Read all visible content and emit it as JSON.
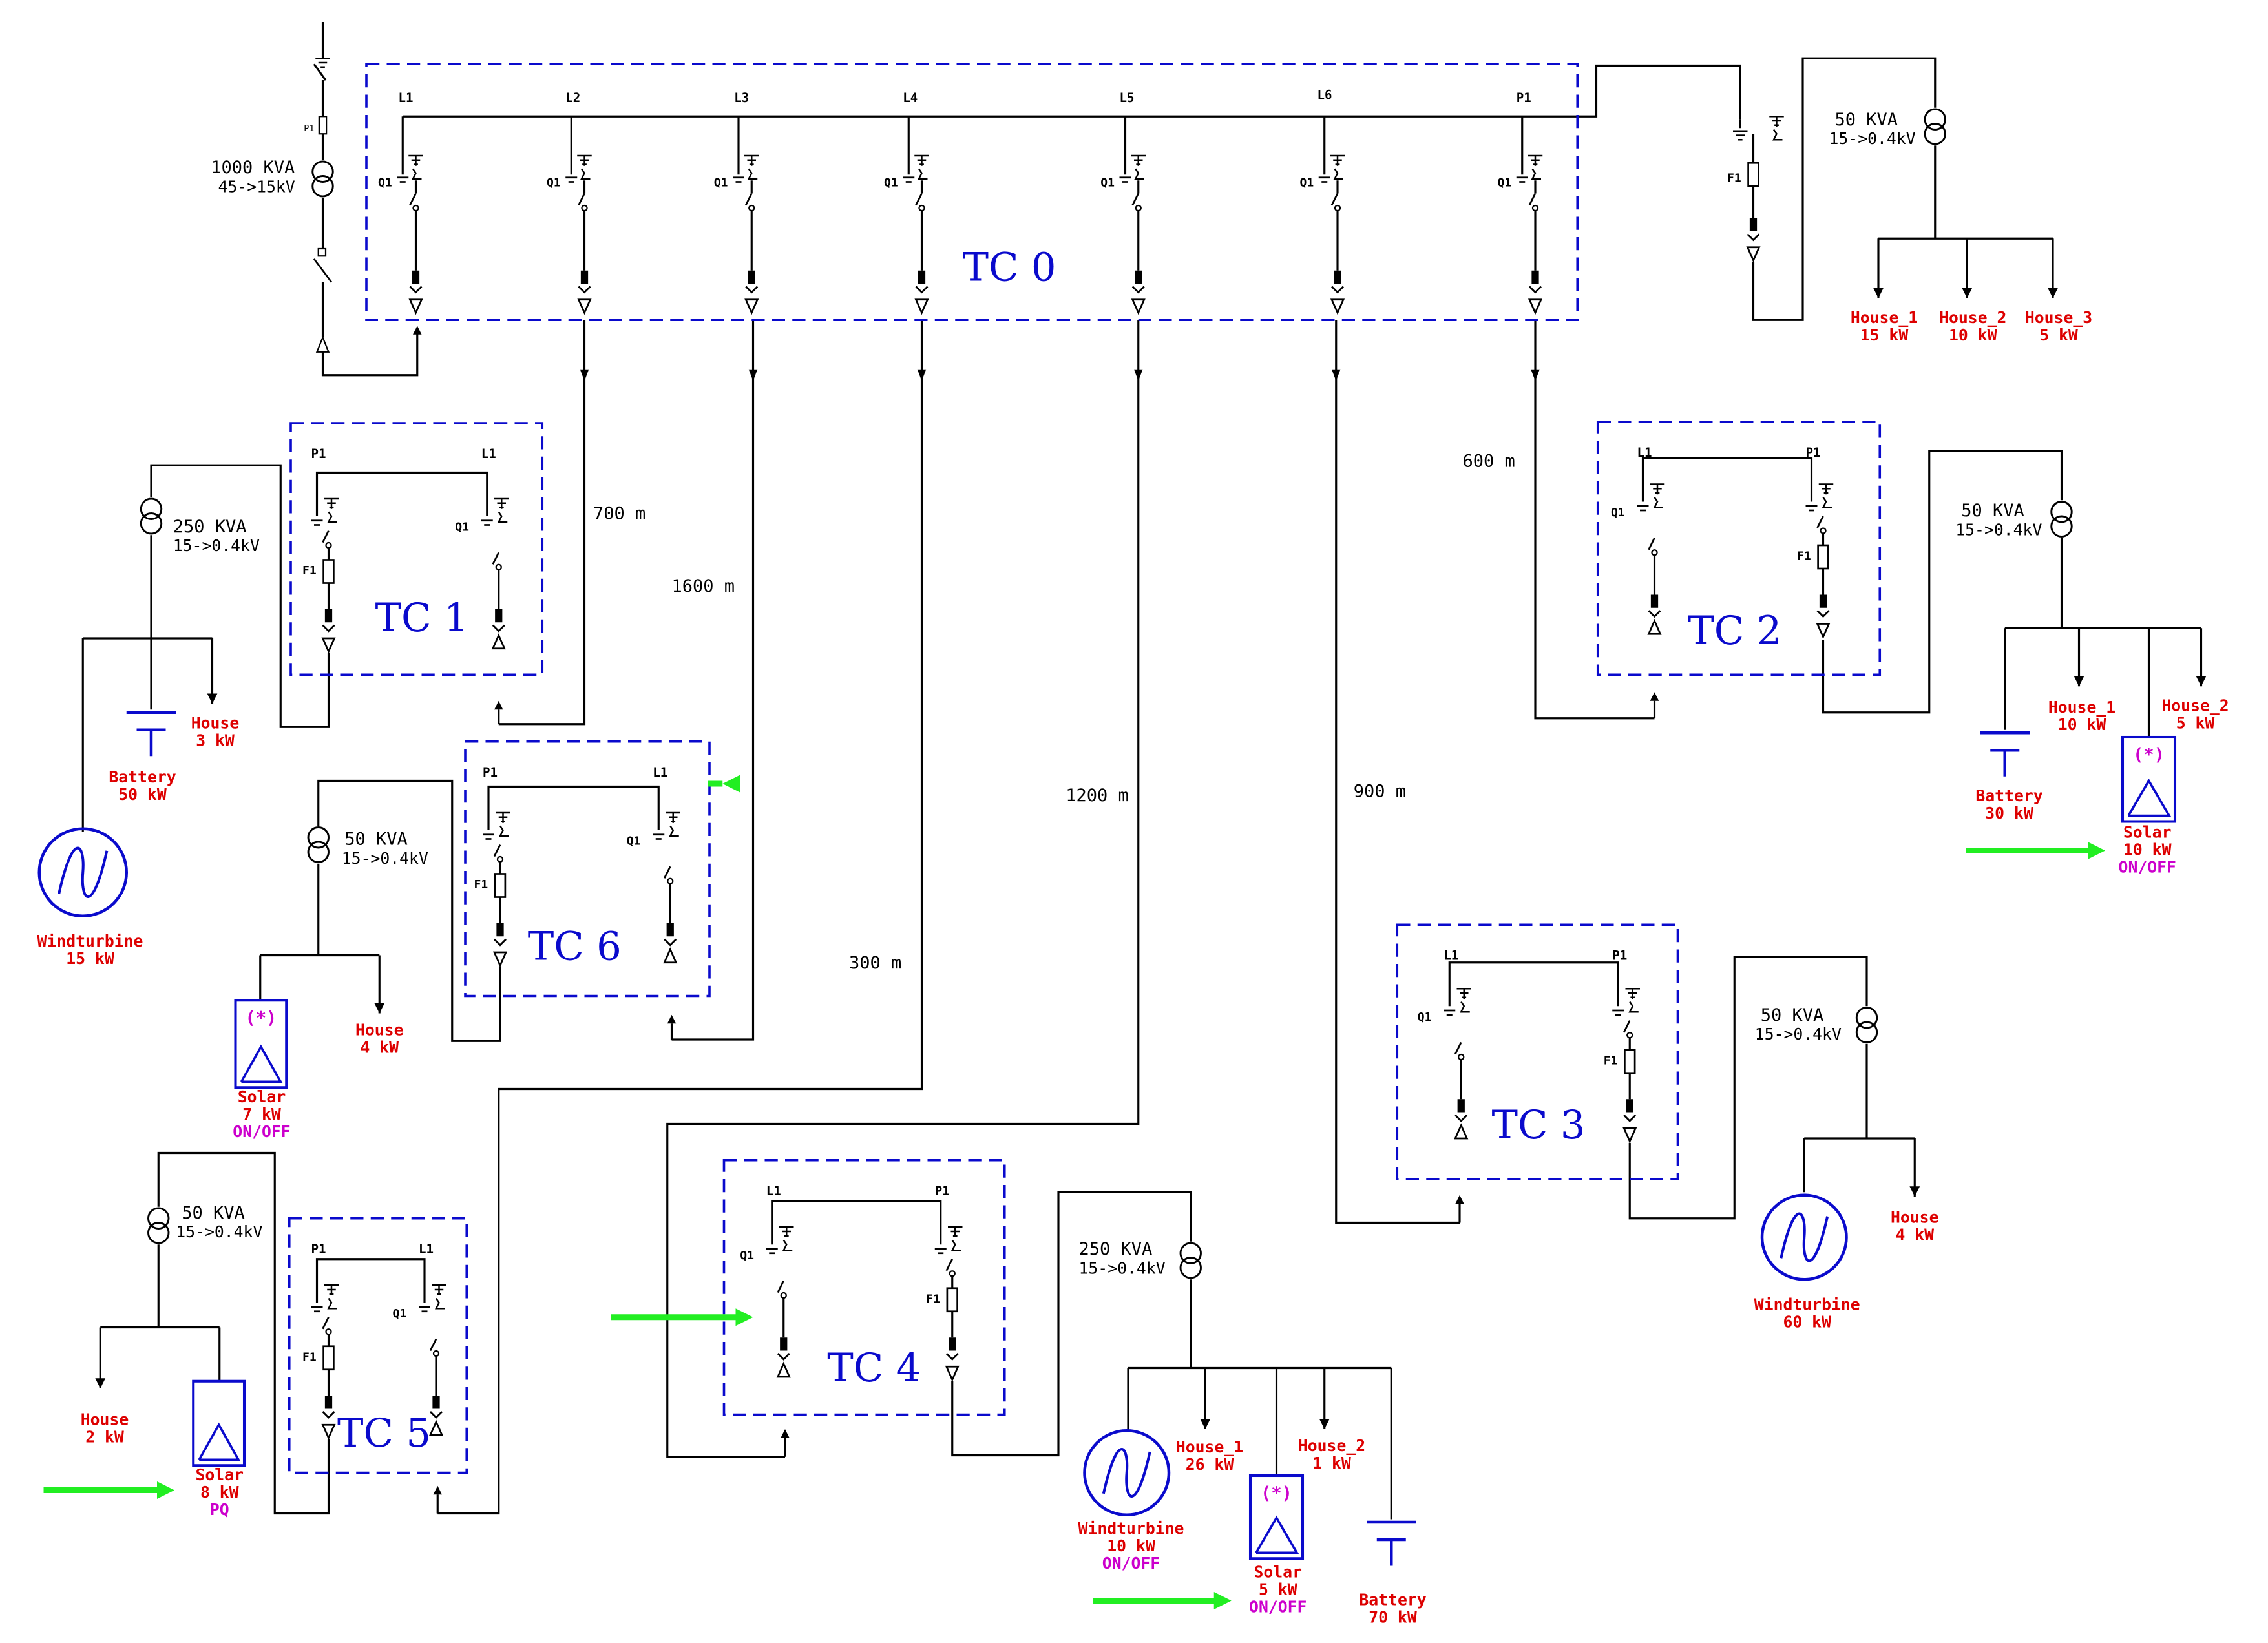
{
  "colors": {
    "line": "#000000",
    "box": "#0a0acc",
    "red": "#dd0000",
    "magenta": "#cc00cc",
    "blue": "#0a0acc",
    "green": "#22ee22"
  },
  "substations": {
    "tc0": {
      "name": "TC 0",
      "labels": [
        "L1",
        "L2",
        "L3",
        "L4",
        "L5",
        "L6",
        "P1"
      ]
    },
    "tc1": {
      "name": "TC 1",
      "left": "P1",
      "right": "L1"
    },
    "tc2": {
      "name": "TC 2",
      "left": "L1",
      "right": "P1"
    },
    "tc3": {
      "name": "TC 3",
      "left": "L1",
      "right": "P1"
    },
    "tc4": {
      "name": "TC 4",
      "left": "L1",
      "right": "P1"
    },
    "tc5": {
      "name": "TC 5",
      "left": "P1",
      "right": "L1"
    },
    "tc6": {
      "name": "TC 6",
      "left": "P1",
      "right": "L1"
    }
  },
  "sw": {
    "q1": "Q1",
    "f1": "F1",
    "p1": "P1"
  },
  "cable_lengths": {
    "tc1": "700 m",
    "tc6": "1600 m",
    "tc5": "300 m",
    "tc4": "1200 m",
    "tc3": "900 m",
    "tc2": "600 m"
  },
  "transformers": {
    "main": {
      "rating": "1000 KVA",
      "ratio": "45->15kV"
    },
    "tc0": {
      "rating": "50 KVA",
      "ratio": "15->0.4kV"
    },
    "tc1": {
      "rating": "250 KVA",
      "ratio": "15->0.4kV"
    },
    "tc2": {
      "rating": "50 KVA",
      "ratio": "15->0.4kV"
    },
    "tc3": {
      "rating": "50 KVA",
      "ratio": "15->0.4kV"
    },
    "tc4": {
      "rating": "250 KVA",
      "ratio": "15->0.4kV"
    },
    "tc5": {
      "rating": "50 KVA",
      "ratio": "15->0.4kV"
    },
    "tc6": {
      "rating": "50 KVA",
      "ratio": "15->0.4kV"
    }
  },
  "loads": {
    "tc0": [
      {
        "name": "House_1",
        "kw": "15 kW"
      },
      {
        "name": "House_2",
        "kw": "10 kW"
      },
      {
        "name": "House_3",
        "kw": "5 kW"
      }
    ],
    "tc1": {
      "house": {
        "name": "House",
        "kw": "3 kW"
      },
      "battery": {
        "name": "Battery",
        "kw": "50 kW"
      },
      "wind": {
        "name": "Windturbine",
        "kw": "15 kW"
      }
    },
    "tc2": {
      "house1": {
        "name": "House_1",
        "kw": "10 kW"
      },
      "house2": {
        "name": "House_2",
        "kw": "5 kW"
      },
      "battery": {
        "name": "Battery",
        "kw": "30 kW"
      },
      "solar": {
        "name": "Solar",
        "kw": "10 kW",
        "mode": "ON/OFF"
      }
    },
    "tc3": {
      "house": {
        "name": "House",
        "kw": "4 kW"
      },
      "wind": {
        "name": "Windturbine",
        "kw": "60 kW"
      }
    },
    "tc4": {
      "wind": {
        "name": "Windturbine",
        "kw": "10 kW",
        "mode": "ON/OFF"
      },
      "house1": {
        "name": "House_1",
        "kw": "26 kW"
      },
      "house2": {
        "name": "House_2",
        "kw": "1 kW"
      },
      "solar": {
        "name": "Solar",
        "kw": "5 kW",
        "mode": "ON/OFF"
      },
      "battery": {
        "name": "Battery",
        "kw": "70 kW"
      }
    },
    "tc5": {
      "house": {
        "name": "House",
        "kw": "2 kW"
      },
      "solar": {
        "name": "Solar",
        "kw": "8 kW",
        "mode": "PQ"
      }
    },
    "tc6": {
      "solar": {
        "name": "Solar",
        "kw": "7 kW",
        "mode": "ON/OFF"
      },
      "house": {
        "name": "House",
        "kw": "4 kW"
      }
    }
  }
}
